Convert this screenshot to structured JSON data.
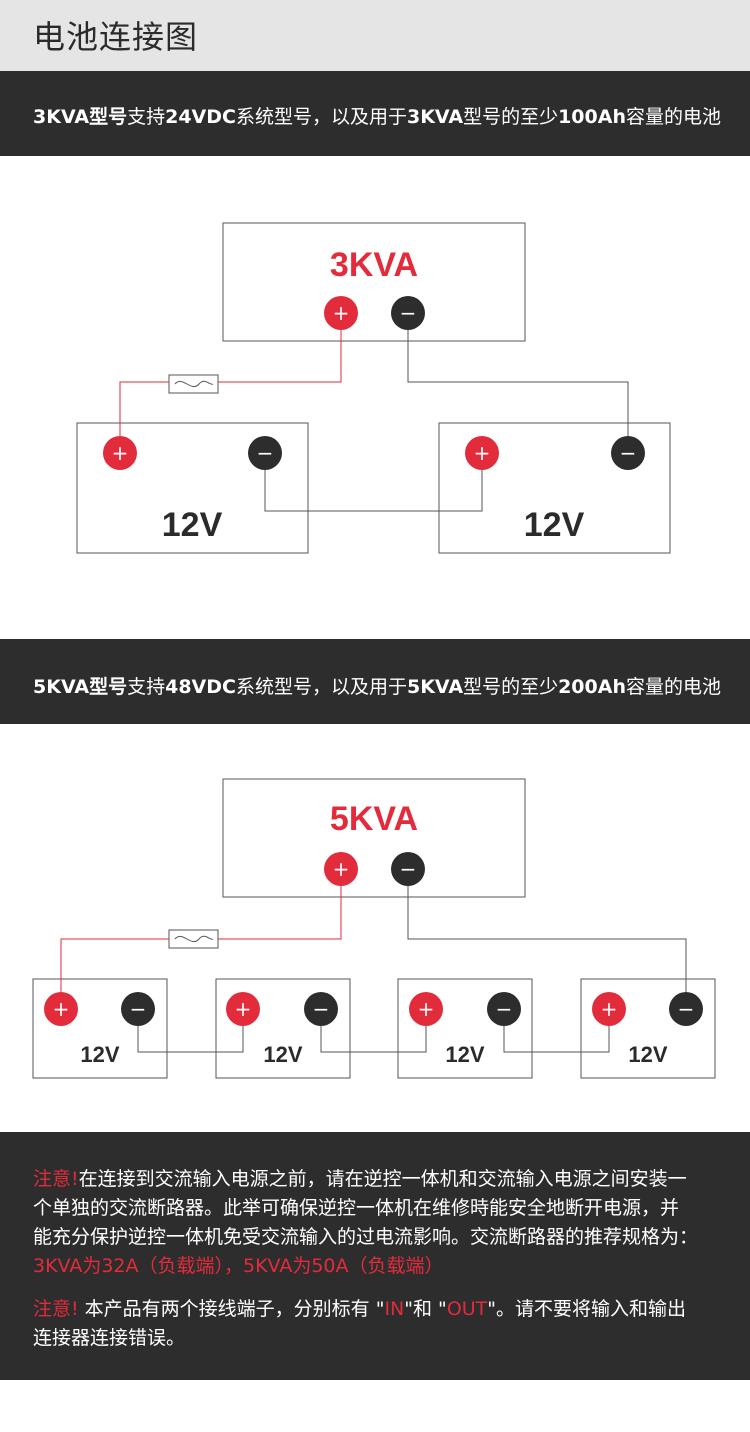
{
  "title": "电池连接图",
  "section1": {
    "model": "3KVA型号",
    "text1": "支持",
    "voltage": "24VDC",
    "text2": "系统型号，以及用于",
    "model2": "3KVA",
    "text3": "型号的至少",
    "capacity": "100Ah",
    "text4": "容量的电池",
    "inverter_label": "3KVA",
    "battery_label": "12V"
  },
  "section2": {
    "model": "5KVA型号",
    "text1": "支持",
    "voltage": "48VDC",
    "text2": "系统型号，以及用于",
    "model2": "5KVA",
    "text3": "型号的至少",
    "capacity": "200Ah",
    "text4": "容量的电池",
    "inverter_label": "5KVA",
    "battery_label": "12V"
  },
  "terminals": {
    "plus": "+",
    "minus": "−"
  },
  "notes": {
    "note1": {
      "prefix": "注意!",
      "line1": "在连接到交流输入电源之前，请在逆控一体机和交流输入电源之间安装一",
      "line2": "个单独的交流断路器。此举可确保逆控一体机在维修時能安全地断开电源，并",
      "line3": "能充分保护逆控一体机免受交流输入的过电流影响。交流断路器的推荐规格为：",
      "line4": "3KVA为32A（负载端），5KVA为50A（负载端）"
    },
    "note2": {
      "prefix": "注意!",
      "text_a": " 本产品有两个接线端子，分别标有 \"",
      "in": "IN",
      "text_b": "\"和 \"",
      "out": "OUT",
      "text_c": "\"。请不要将输入和输出",
      "line2": "连接器连接错误。"
    }
  },
  "colors": {
    "red": "#e22b3b",
    "dark": "#2d2d2d",
    "text": "#2b2b2b",
    "line": "#555555"
  }
}
